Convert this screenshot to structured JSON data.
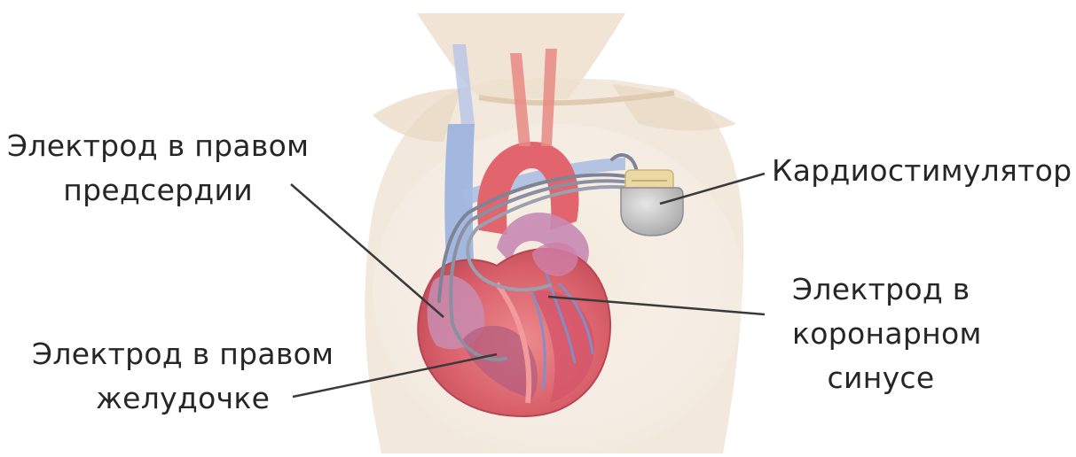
{
  "labels": {
    "ra_lead": [
      "Электрод в правом",
      "предсердии"
    ],
    "pacemaker": [
      "Кардиостимулятор"
    ],
    "cs_lead": [
      "Электрод в",
      "коронарном",
      "синусе"
    ],
    "rv_lead": [
      "Электрод в правом",
      "желудочке"
    ]
  },
  "colors": {
    "text": "#262626",
    "leader": "#3a3a3a",
    "skin": "#efe2d2",
    "heart": "#e06a72",
    "heart_dark": "#b8404c",
    "vein_blue": "#8ea4d6",
    "lead_wire": "#7e8496",
    "device": "#c9c9c9"
  }
}
